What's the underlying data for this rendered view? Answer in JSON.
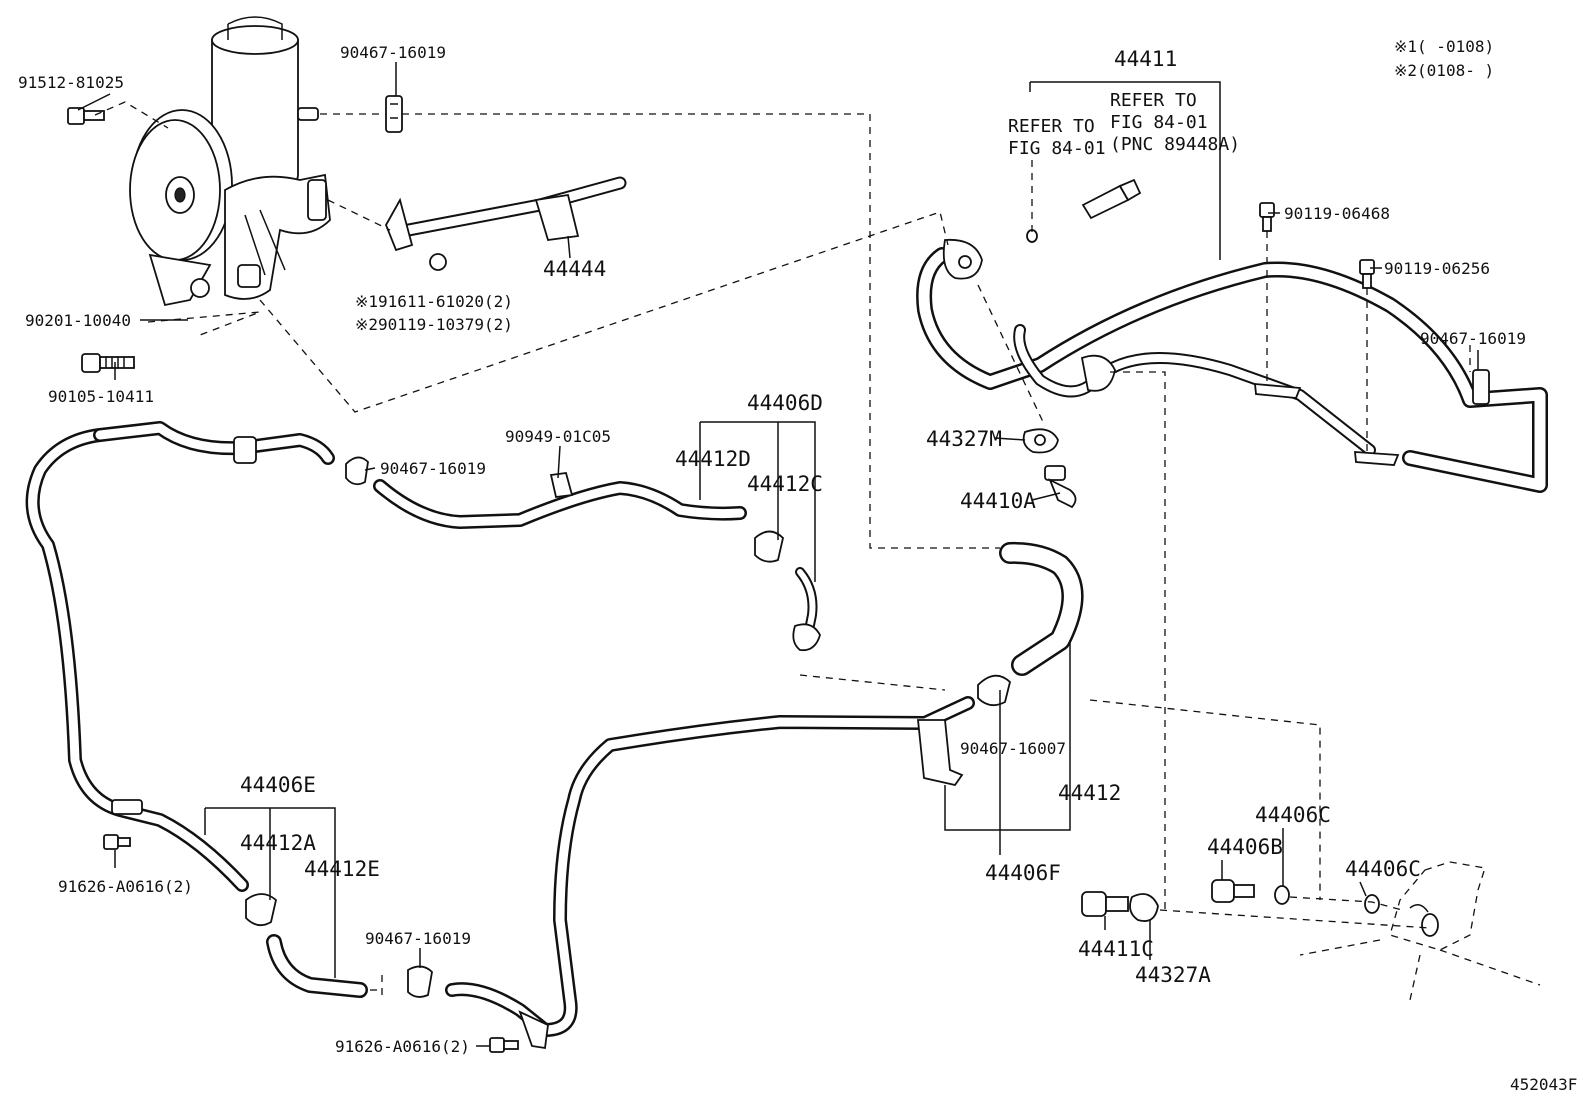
{
  "diagram": {
    "figure_id": "452043F",
    "notes": {
      "note1": "※1(      -0108)",
      "note2": "※2(0108-      )"
    },
    "labels": {
      "p91512": "91512-81025",
      "p90467_top": "90467-16019",
      "p90201": "90201-10040",
      "p91611": "※191611-61020(2)",
      "p90119_10379": "※290119-10379(2)",
      "p90105": "90105-10411",
      "p44444": "44444",
      "p44411": "44411",
      "ref_a1": "REFER TO",
      "ref_a2": "FIG 84-01",
      "ref_b1": "REFER TO",
      "ref_b2": "FIG 84-01",
      "ref_b3": "(PNC 89448A)",
      "p90119_06468": "90119-06468",
      "p90119_06256": "90119-06256",
      "p90467_right": "90467-16019",
      "p44327M": "44327M",
      "p44410A": "44410A",
      "p90949": "90949-01C05",
      "p90467_mid": "90467-16019",
      "p44406D": "44406D",
      "p44412D": "44412D",
      "p44412C": "44412C",
      "p90467_16007": "90467-16007",
      "p44412": "44412",
      "p44406F": "44406F",
      "p44406E": "44406E",
      "p44412A": "44412A",
      "p44412E": "44412E",
      "p91626_a": "91626-A0616(2)",
      "p90467_low": "90467-16019",
      "p91626_b": "91626-A0616(2)",
      "p44406C_a": "44406C",
      "p44406B": "44406B",
      "p44406C_b": "44406C",
      "p44411C": "44411C",
      "p44327A": "44327A"
    }
  }
}
